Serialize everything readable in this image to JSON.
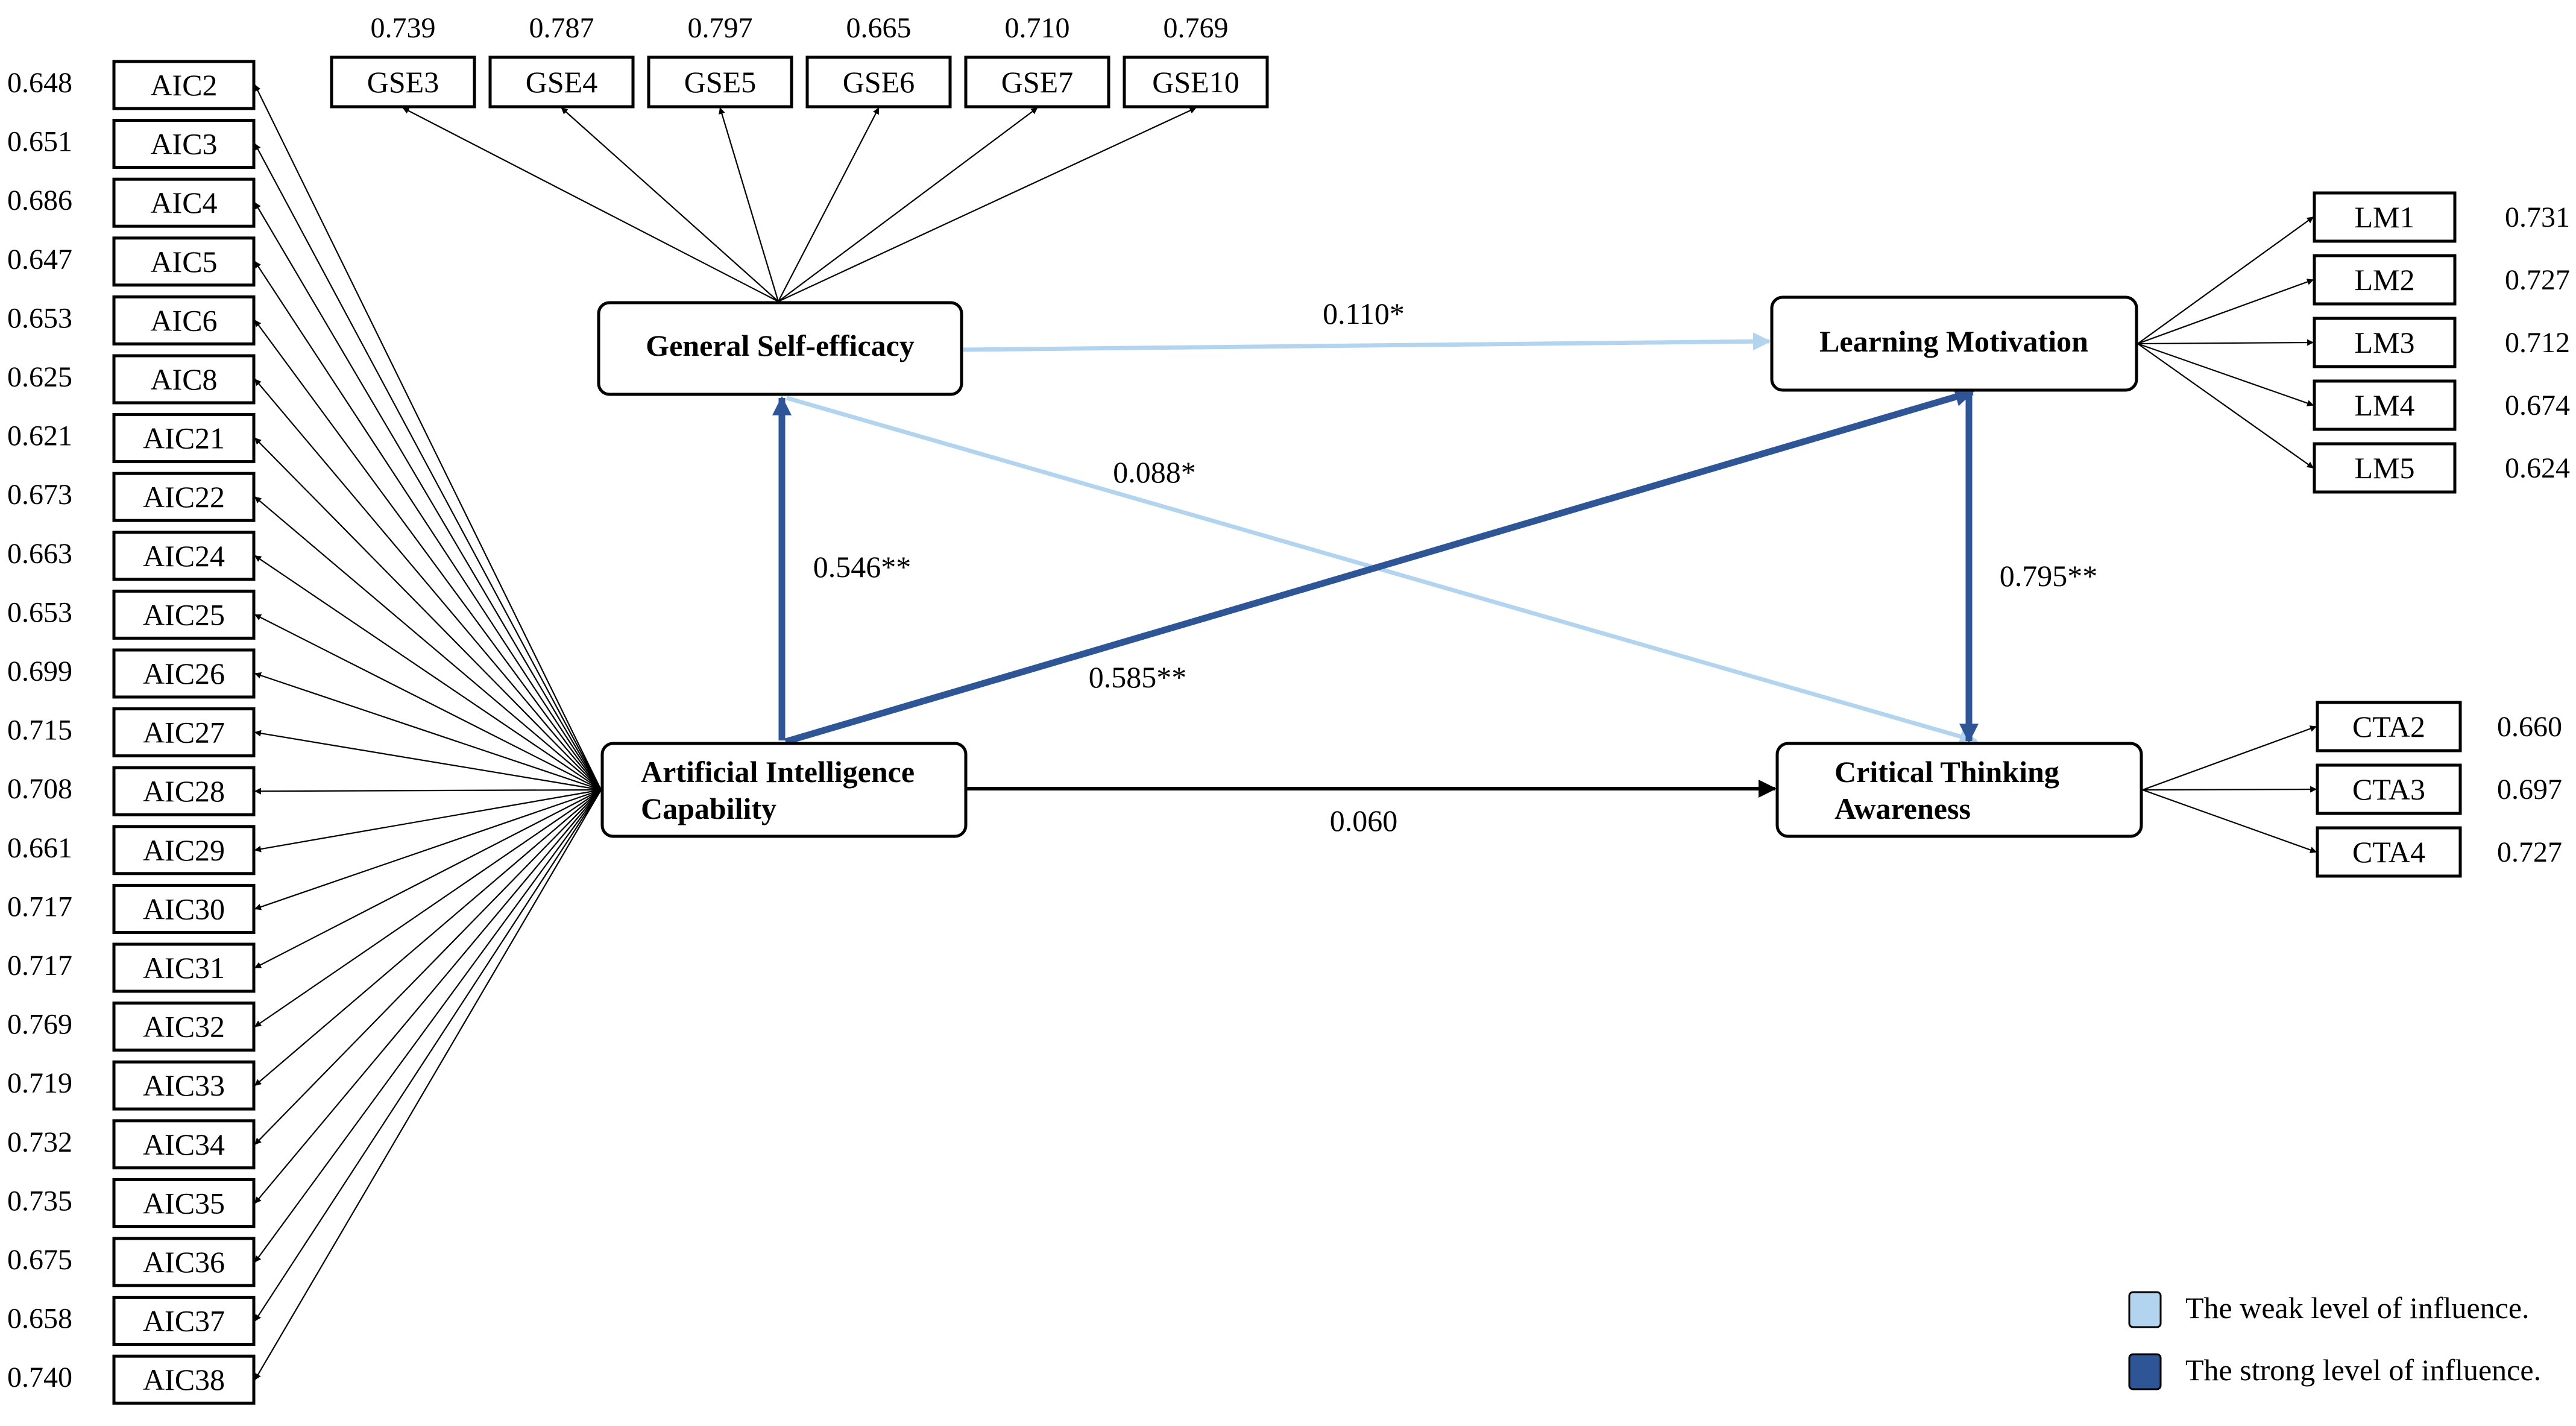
{
  "constructs": {
    "gse": [
      "General Self-efficacy"
    ],
    "aic": [
      "Artificial Intelligence",
      "Capability"
    ],
    "lm": [
      "Learning Motivation"
    ],
    "cta": [
      "Critical Thinking",
      "Awareness"
    ]
  },
  "indicators": {
    "aic": [
      {
        "label": "AIC2",
        "loading": "0.648"
      },
      {
        "label": "AIC3",
        "loading": "0.651"
      },
      {
        "label": "AIC4",
        "loading": "0.686"
      },
      {
        "label": "AIC5",
        "loading": "0.647"
      },
      {
        "label": "AIC6",
        "loading": "0.653"
      },
      {
        "label": "AIC8",
        "loading": "0.625"
      },
      {
        "label": "AIC21",
        "loading": "0.621"
      },
      {
        "label": "AIC22",
        "loading": "0.673"
      },
      {
        "label": "AIC24",
        "loading": "0.663"
      },
      {
        "label": "AIC25",
        "loading": "0.653"
      },
      {
        "label": "AIC26",
        "loading": "0.699"
      },
      {
        "label": "AIC27",
        "loading": "0.715"
      },
      {
        "label": "AIC28",
        "loading": "0.708"
      },
      {
        "label": "AIC29",
        "loading": "0.661"
      },
      {
        "label": "AIC30",
        "loading": "0.717"
      },
      {
        "label": "AIC31",
        "loading": "0.717"
      },
      {
        "label": "AIC32",
        "loading": "0.769"
      },
      {
        "label": "AIC33",
        "loading": "0.719"
      },
      {
        "label": "AIC34",
        "loading": "0.732"
      },
      {
        "label": "AIC35",
        "loading": "0.735"
      },
      {
        "label": "AIC36",
        "loading": "0.675"
      },
      {
        "label": "AIC37",
        "loading": "0.658"
      },
      {
        "label": "AIC38",
        "loading": "0.740"
      }
    ],
    "gse": [
      {
        "label": "GSE3",
        "loading": "0.739"
      },
      {
        "label": "GSE4",
        "loading": "0.787"
      },
      {
        "label": "GSE5",
        "loading": "0.797"
      },
      {
        "label": "GSE6",
        "loading": "0.665"
      },
      {
        "label": "GSE7",
        "loading": "0.710"
      },
      {
        "label": "GSE10",
        "loading": "0.769"
      }
    ],
    "lm": [
      {
        "label": "LM1",
        "loading": "0.731"
      },
      {
        "label": "LM2",
        "loading": "0.727"
      },
      {
        "label": "LM3",
        "loading": "0.712"
      },
      {
        "label": "LM4",
        "loading": "0.674"
      },
      {
        "label": "LM5",
        "loading": "0.624"
      }
    ],
    "cta": [
      {
        "label": "CTA2",
        "loading": "0.660"
      },
      {
        "label": "CTA3",
        "loading": "0.697"
      },
      {
        "label": "CTA4",
        "loading": "0.727"
      }
    ]
  },
  "paths": {
    "gse_lm": {
      "label": "0.110*",
      "strength": "weak"
    },
    "gse_cta": {
      "label": "0.088*",
      "strength": "weak"
    },
    "aic_gse": {
      "label": "0.546**",
      "strength": "strong"
    },
    "aic_lm": {
      "label": "0.585**",
      "strength": "strong"
    },
    "lm_cta": {
      "label": "0.795**",
      "strength": "strong"
    },
    "aic_cta": {
      "label": "0.060",
      "strength": "none"
    }
  },
  "legend": {
    "weak": "The weak level of influence.",
    "strong": "The strong level of influence."
  },
  "colors": {
    "weak": "#b3d4ee",
    "strong": "#2e5596",
    "none": "#000000"
  }
}
